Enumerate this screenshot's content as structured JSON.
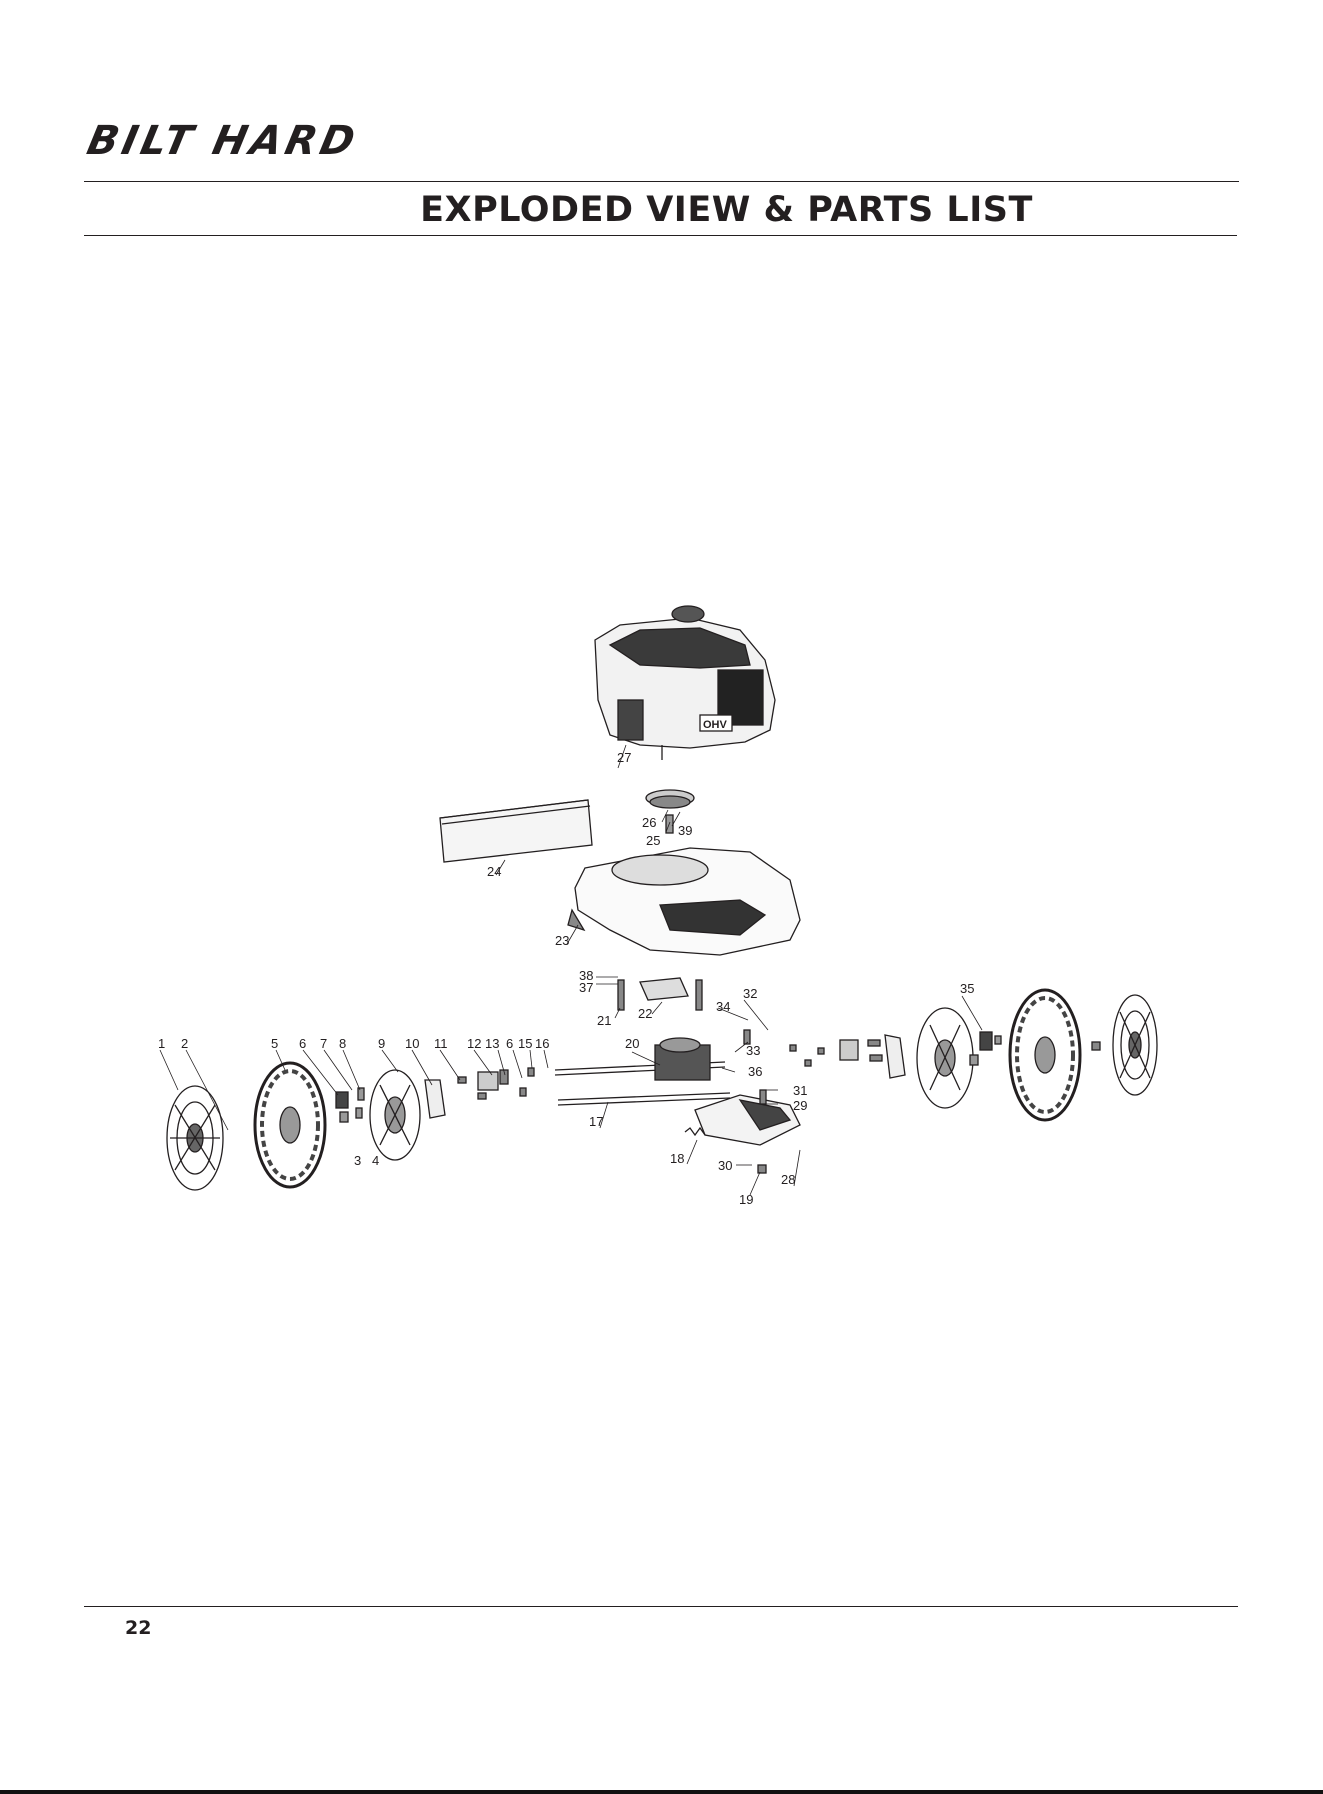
{
  "header": {
    "brand": "BILT HARD",
    "title": "EXPLODED VIEW & PARTS LIST"
  },
  "diagram": {
    "callouts": [
      {
        "id": "1",
        "text": "1"
      },
      {
        "id": "2",
        "text": "2"
      },
      {
        "id": "3",
        "text": "3"
      },
      {
        "id": "4",
        "text": "4"
      },
      {
        "id": "5",
        "text": "5"
      },
      {
        "id": "6a",
        "text": "6"
      },
      {
        "id": "7",
        "text": "7"
      },
      {
        "id": "8",
        "text": "8"
      },
      {
        "id": "9",
        "text": "9"
      },
      {
        "id": "10",
        "text": "10"
      },
      {
        "id": "11",
        "text": "11"
      },
      {
        "id": "12",
        "text": "12"
      },
      {
        "id": "13",
        "text": "13"
      },
      {
        "id": "6b",
        "text": "6"
      },
      {
        "id": "15",
        "text": "15"
      },
      {
        "id": "16",
        "text": "16"
      },
      {
        "id": "17",
        "text": "17"
      },
      {
        "id": "18",
        "text": "18"
      },
      {
        "id": "19",
        "text": "19"
      },
      {
        "id": "20",
        "text": "20"
      },
      {
        "id": "21",
        "text": "21"
      },
      {
        "id": "22",
        "text": "22"
      },
      {
        "id": "23",
        "text": "23"
      },
      {
        "id": "24",
        "text": "24"
      },
      {
        "id": "25",
        "text": "25"
      },
      {
        "id": "26",
        "text": "26"
      },
      {
        "id": "27",
        "text": "27"
      },
      {
        "id": "28",
        "text": "28"
      },
      {
        "id": "29",
        "text": "29"
      },
      {
        "id": "30",
        "text": "30"
      },
      {
        "id": "31",
        "text": "31"
      },
      {
        "id": "32",
        "text": "32"
      },
      {
        "id": "33",
        "text": "33"
      },
      {
        "id": "34",
        "text": "34"
      },
      {
        "id": "35",
        "text": "35"
      },
      {
        "id": "36",
        "text": "36"
      },
      {
        "id": "37",
        "text": "37"
      },
      {
        "id": "38",
        "text": "38"
      },
      {
        "id": "39",
        "text": "39"
      }
    ],
    "engine_badge": "OHV"
  },
  "footer": {
    "page_number": "22"
  }
}
